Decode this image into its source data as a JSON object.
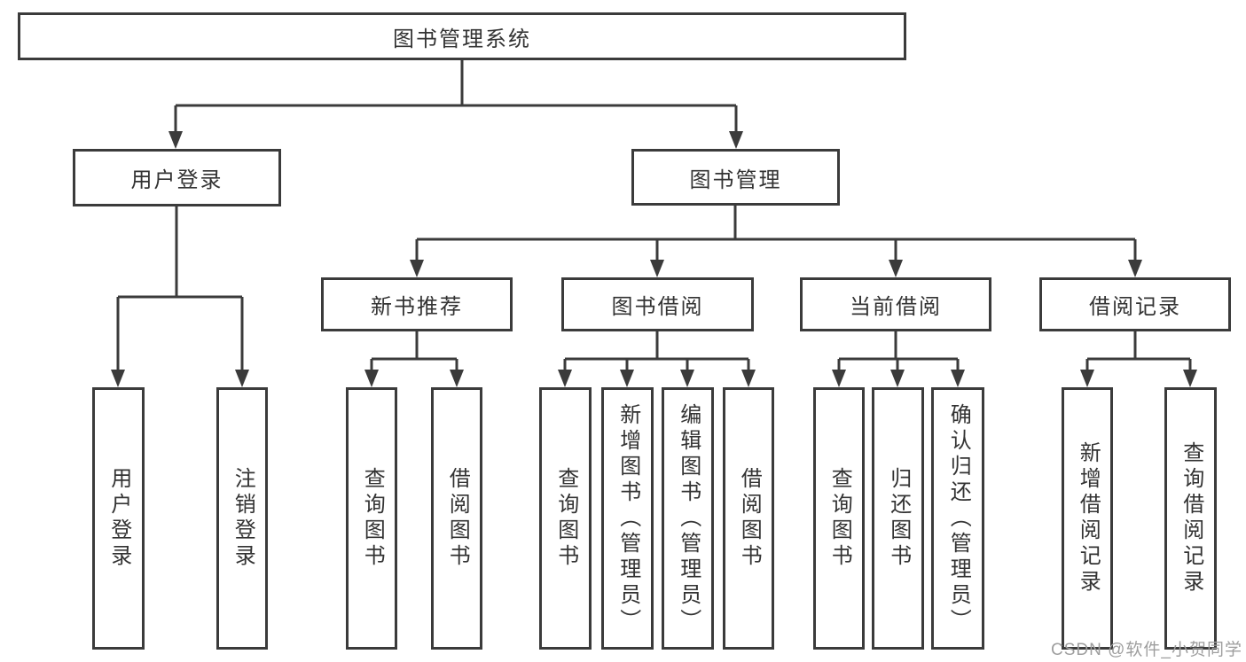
{
  "tree": {
    "root": "图书管理系统",
    "user_login": {
      "label": "用户登录",
      "children": [
        "用户登录",
        "注销登录"
      ]
    },
    "book_management": {
      "label": "图书管理",
      "groups": [
        {
          "label": "新书推荐",
          "children": [
            "查询图书",
            "借阅图书"
          ]
        },
        {
          "label": "图书借阅",
          "children": [
            "查询图书",
            "新增图书（管理员）",
            "编辑图书（管理员）",
            "借阅图书"
          ]
        },
        {
          "label": "当前借阅",
          "children": [
            "查询图书",
            "归还图书",
            "确认归还（管理员）"
          ]
        },
        {
          "label": "借阅记录",
          "children": [
            "新增借阅记录",
            "查询借阅记录"
          ]
        }
      ]
    }
  },
  "watermark": "CSDN @软件_小贺同学",
  "colors": {
    "line": "#3b3b3b",
    "text": "#333333",
    "background": "#ffffff",
    "watermark": "#9e9e9e"
  }
}
